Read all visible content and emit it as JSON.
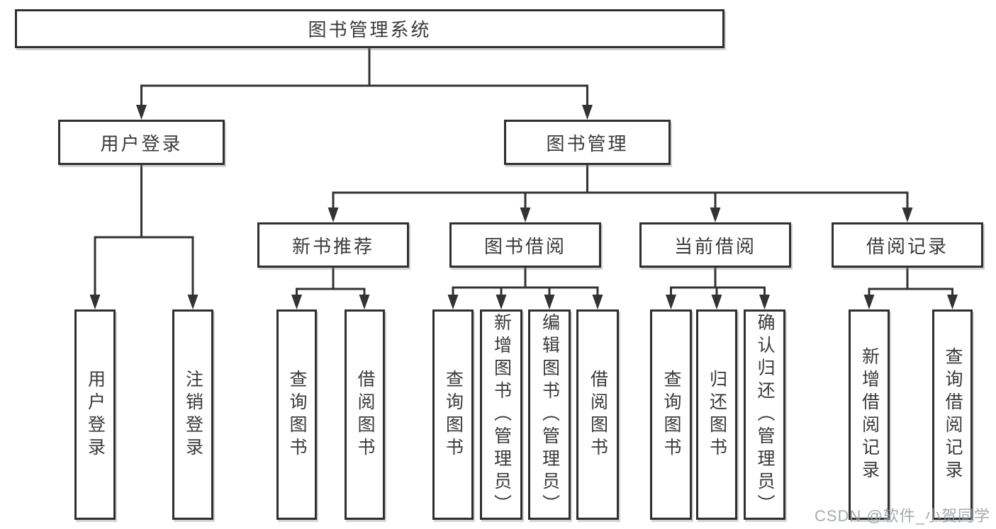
{
  "tree": {
    "label": "图书管理系统",
    "children": [
      {
        "label": "用户登录",
        "children": [
          {
            "label": "用户登录"
          },
          {
            "label": "注销登录"
          }
        ]
      },
      {
        "label": "图书管理",
        "children": [
          {
            "label": "新书推荐",
            "children": [
              {
                "label": "查询图书"
              },
              {
                "label": "借阅图书"
              }
            ]
          },
          {
            "label": "图书借阅",
            "children": [
              {
                "label": "查询图书"
              },
              {
                "label": "新增图书（管理员）"
              },
              {
                "label": "编辑图书（管理员）"
              },
              {
                "label": "借阅图书"
              }
            ]
          },
          {
            "label": "当前借阅",
            "children": [
              {
                "label": "查询图书"
              },
              {
                "label": "归还图书"
              },
              {
                "label": "确认归还（管理员）"
              }
            ]
          },
          {
            "label": "借阅记录",
            "children": [
              {
                "label": "新增借阅记录"
              },
              {
                "label": "查询借阅记录"
              }
            ]
          }
        ]
      }
    ]
  },
  "watermark": "CSDN @软件_小贺同学",
  "colors": {
    "line": "#333333",
    "box_border": "#2f2f2f",
    "text": "#3a3a3a",
    "background": "#ffffff",
    "watermark": "#969ba1"
  }
}
